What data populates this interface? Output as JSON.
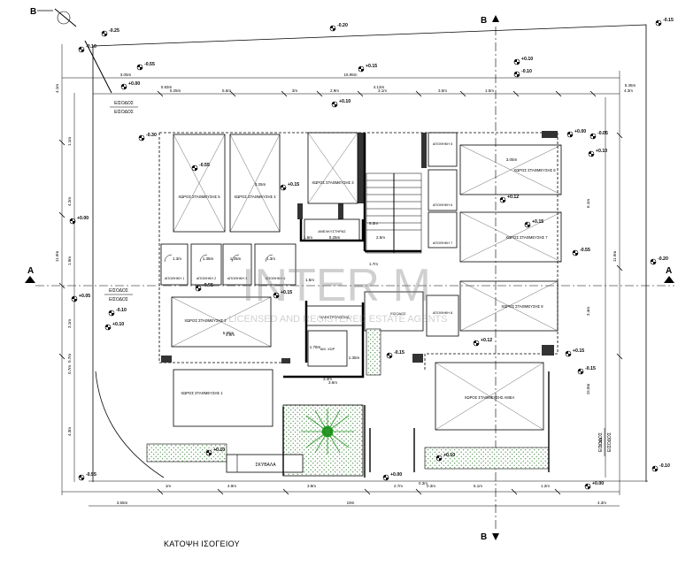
{
  "drawing": {
    "caption": "ΚΑΤΟΨΗ ΙΣΟΓΕΙΟΥ",
    "watermark": {
      "brand": "INTER M",
      "tagline": "LICENSED AND REGISTERED ESTATE AGENTS"
    },
    "section_marks": {
      "a": "A",
      "b": "B"
    },
    "entrance_label": "ΕΙΣΟΔΟΣ",
    "rooms": {
      "parking_1": "ΧΩΡΟΣ ΣΤΑΘΜΕΥΣΗΣ 1",
      "parking_2": "ΧΩΡΟΣ ΣΤΑΘΜΕΥΣΗΣ 2",
      "parking_3": "ΧΩΡΟΣ ΣΤΑΘΜΕΥΣΗΣ 3",
      "parking_4": "ΧΩΡΟΣ ΣΤΑΘΜΕΥΣΗΣ 4",
      "parking_5": "ΧΩΡΟΣ ΣΤΑΘΜΕΥΣΗΣ 5",
      "parking_6": "ΧΩΡΟΣ ΣΤΑΘΜΕΥΣΗΣ 6",
      "parking_7": "ΧΩΡΟΣ ΣΤΑΘΜΕΥΣΗΣ 7",
      "parking_8": "ΧΩΡΟΣ ΣΤΑΘΜΕΥΣΗΣ 8",
      "parking_disabled": "ΧΩΡΟΣ ΣΤΑΘΜΕΥΣΗΣ ΑΜΕΑ",
      "storage_1": "ΑΠΟΘΗΚΗ 1",
      "storage_2": "ΑΠΟΘΗΚΗ 2",
      "storage_3": "ΑΠΟΘΗΚΗ 3",
      "storage_4": "ΑΠΟΘΗΚΗ 4",
      "storage_5": "ΑΠΟΘΗΚΗ 5",
      "storage_6": "ΑΠΟΘΗΚΗ 6",
      "storage_7": "ΑΠΟΘΗΚΗ 7",
      "storage_8": "ΑΠΟΘΗΚΗ 8",
      "lift": "ΑΝΕΛΚΥΣΤΗΡΑΣ",
      "electrical": "ΗΛΕΚΤΡΟΛΟΓΙΚΑ",
      "wc": "ΑΜ. ΧΩΡ",
      "entrance": "ΕΙΣΟΔΟΣ",
      "bins": "ΣΚΥΒΑΛΑ"
    },
    "levels": {
      "l1": "-0.25",
      "l2": "-0.10",
      "l3": "-0.15",
      "l4": "-0.20",
      "l5": "-0.55",
      "l6": "+0.15",
      "l7": "+0.10",
      "l8": "-0.10",
      "l9": "+0.00",
      "l10": "-0.30",
      "l11": "-0.55",
      "l12": "+0.15",
      "l13": "+0.10",
      "l14": "+0.00",
      "l15": "-0.05",
      "l16": "+0.10",
      "l17": "-0.10",
      "l18": "-0.55",
      "l19": "+0.15",
      "l20": "+0.12",
      "l21": "+0.15",
      "l22": "+0.00",
      "l23": "-0.20",
      "l24": "-0.55",
      "l25": "-0.15",
      "l26": "+0.12",
      "l27": "+0.15",
      "l28": "+0.10",
      "l29": "-0.15",
      "l30": "+0.05",
      "l31": "+0.00",
      "l32": "+0.10",
      "l33": "+0.00",
      "l34": "-0.10",
      "l35": "+0.10",
      "l36": "-0.55"
    },
    "dims_top": [
      "3.05m",
      "16.95m",
      "5.35m",
      "0.25m",
      "5.6m",
      "3m",
      "2.9m",
      "3.1m",
      "3.5m",
      "1.5m",
      "4.3m",
      "0.83m",
      "4.13m"
    ],
    "dims_bottom": [
      "3.55m",
      "19m",
      "4.3m",
      "1m",
      "4.9m",
      "3.8m",
      "2.7m",
      "0.3m",
      "5.1m",
      "1.2m"
    ],
    "dims_left": [
      "4.1m",
      "1.1m",
      "4.2m",
      "11.9m",
      "1.9m",
      "3.1m",
      "0.7m",
      "0.7m",
      "4.3m"
    ],
    "dims_right": [
      "6.1m",
      "11.9m",
      "3.4m",
      "15.8m",
      "1.2m"
    ],
    "dims_inner": [
      "5.95m",
      "3.25m",
      "1.3m",
      "1.35m",
      "1.25m",
      "1.3m",
      "1.5m",
      "1.6m",
      "3.4m",
      "2.5m",
      "0.25m",
      "6.3m",
      "3.05m",
      "0.3m",
      "4.9m",
      "3.6m",
      "1.7m",
      "1.78m",
      "1.35m"
    ]
  }
}
